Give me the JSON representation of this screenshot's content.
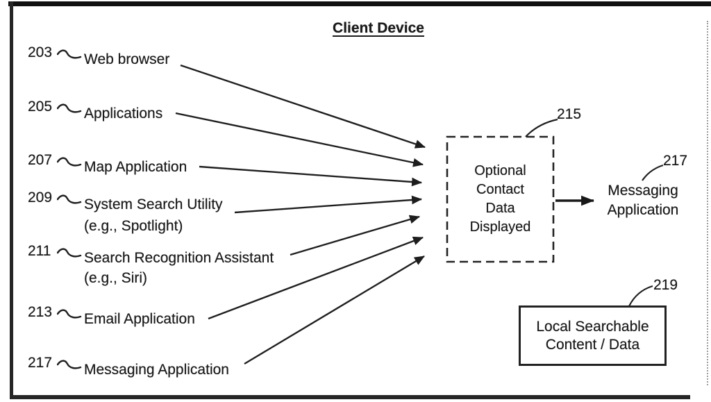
{
  "diagram": {
    "title": "Client Device",
    "sources": [
      {
        "ref": "203",
        "label": "Web browser",
        "label2": ""
      },
      {
        "ref": "205",
        "label": "Applications",
        "label2": ""
      },
      {
        "ref": "207",
        "label": "Map Application",
        "label2": ""
      },
      {
        "ref": "209",
        "label": "System Search Utility",
        "label2": "(e.g., Spotlight)"
      },
      {
        "ref": "211",
        "label": "Search Recognition Assistant",
        "label2": "(e.g., Siri)"
      },
      {
        "ref": "213",
        "label": "Email Application",
        "label2": ""
      },
      {
        "ref": "217",
        "label": "Messaging Application",
        "label2": ""
      }
    ],
    "contact_box": {
      "ref": "215",
      "line1": "Optional",
      "line2": "Contact",
      "line3": "Data",
      "line4": "Displayed"
    },
    "messaging_output": {
      "ref": "217",
      "line1": "Messaging",
      "line2": "Application"
    },
    "storage_box": {
      "ref": "219",
      "line1": "Local Searchable",
      "line2": "Content / Data"
    },
    "colors": {
      "ink": "#1f1f1f",
      "background": "#ffffff"
    }
  }
}
